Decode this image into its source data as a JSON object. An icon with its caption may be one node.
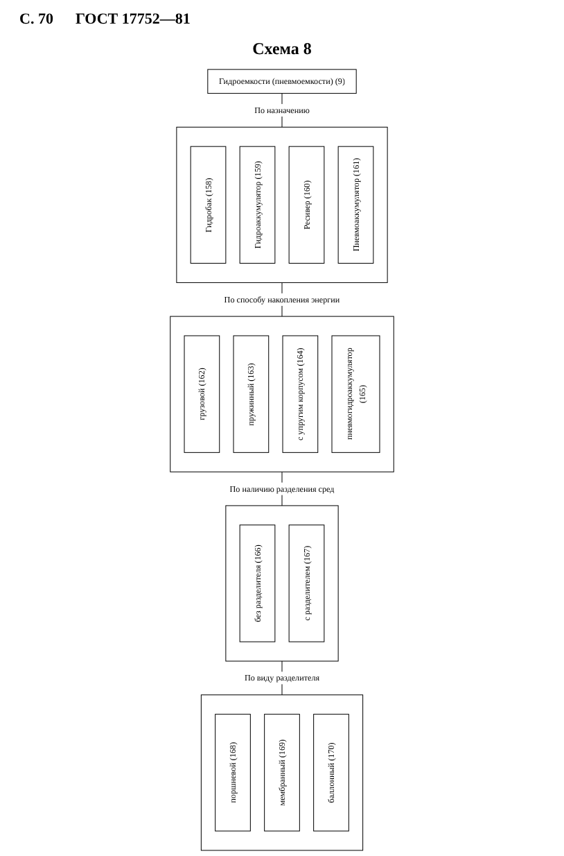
{
  "diagram": {
    "title": "Схема 8",
    "nodes": [
      {
        "text": [
          "Гидроемкости (пневмоемкости) (9)"
        ]
      },
      {
        "text": [],
        "shape": "box"
      },
      {
        "text": [
          "Гидробак (158)"
        ],
        "in": 1
      },
      {
        "text": [
          "Гидроаккумулятор (159)"
        ],
        "in": 1
      },
      {
        "text": [
          "Ресивер (160)"
        ],
        "in": 1
      },
      {
        "text": [
          "Пневмоаккумулятор (161)"
        ],
        "in": 1
      },
      {
        "text": [],
        "shape": "box"
      },
      {
        "text": [
          "грузовой (162)"
        ],
        "in": 6
      },
      {
        "text": [
          "пружинный (163)"
        ],
        "in": 6
      },
      {
        "text": [
          "с упругим корпусом (164)"
        ],
        "in": 6
      },
      {
        "text": [
          "пневмогидроаккумулятор (165)"
        ],
        "in": 6
      },
      {
        "text": [],
        "shape": "box"
      },
      {
        "text": [
          "без разделителя (166)"
        ],
        "in": 11
      },
      {
        "text": [
          "с разделителем (167)"
        ],
        "in": 11
      },
      {
        "text": [],
        "shape": "box"
      },
      {
        "text": [
          "поршневой (168)"
        ],
        "in": 14
      },
      {
        "text": [
          "мембранный (169)"
        ],
        "in": 14
      },
      {
        "text": [
          "баллонный (170)"
        ],
        "in": 14
      }
    ],
    "edges": [
      {
        "from": 0,
        "to": 1,
        "arrow": "none",
        "label": "По назначению"
      },
      {
        "from": 1,
        "to": 6,
        "arrow": "none",
        "label": "По способу накопления энергии"
      },
      {
        "from": 6,
        "to": 11,
        "arrow": "none",
        "label": "По наличию разделения сред"
      },
      {
        "from": 11,
        "to": 14,
        "arrow": "none",
        "label": "По виду разделителя"
      }
    ],
    "labels": [
      "С. 70",
      "ГОСТ 17752—81"
    ]
  }
}
